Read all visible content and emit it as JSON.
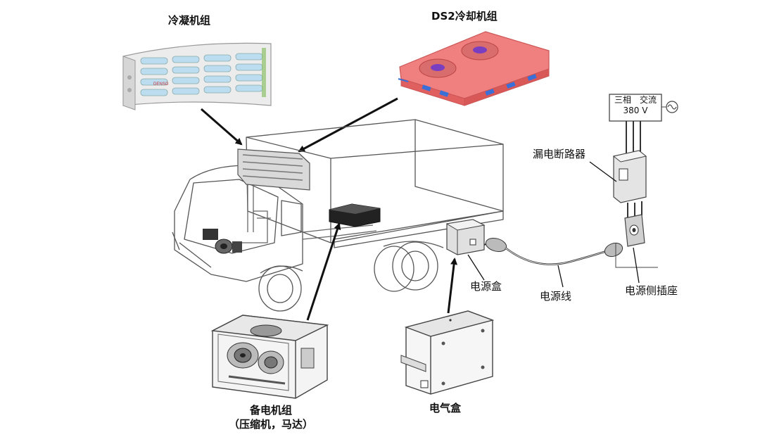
{
  "labels": {
    "condenser": "冷凝机组",
    "cooling_unit": "DS2冷却机组",
    "breaker": "漏电断路器",
    "power_supply_line1": "三相　交流",
    "power_supply_line2": "380 V",
    "power_box": "电源盒",
    "power_cord": "电源线",
    "power_socket": "电源侧插座",
    "standby_unit_line1": "备电机组",
    "standby_unit_line2": "（压缩机，马达）",
    "electric_box": "电气盒",
    "condenser_brand": "DENSO"
  },
  "icons": {
    "ac_symbol": "ac-sine-icon"
  },
  "colors": {
    "cooling_unit": "#f07a7a",
    "cooling_fan": "#7a3fc0",
    "cooling_strip": "#3b6fd8",
    "condenser_body": "#e6e6e6",
    "condenser_vent": "#b9d9ec",
    "line": "#333333"
  }
}
